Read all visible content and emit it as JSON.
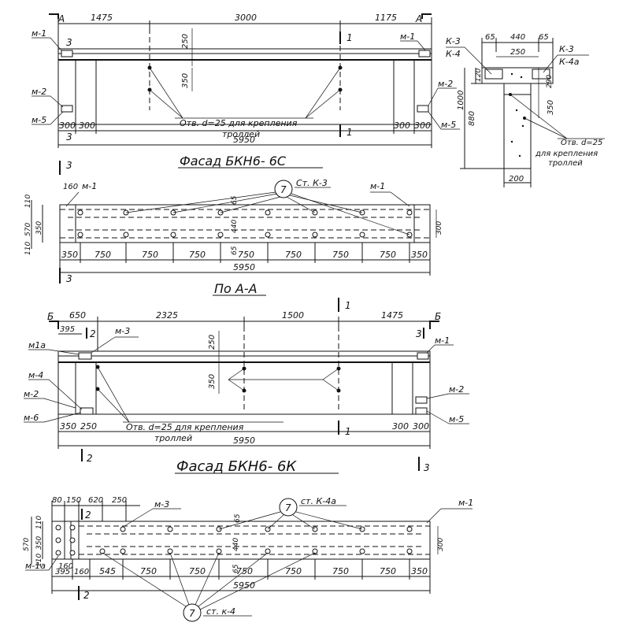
{
  "view1": {
    "title": "Фасад БКН6- 6С",
    "section_left": "А",
    "section_right": "А",
    "dim_top": [
      "1475",
      "3000",
      "1175"
    ],
    "dim_vert_a": "250",
    "dim_vert_b": "350",
    "dim_bottom": [
      "300",
      "300",
      "300",
      "300"
    ],
    "overall": "5950",
    "labels_left": [
      "м-1",
      "м-2",
      "м-5"
    ],
    "labels_right": [
      "м-1",
      "м-2",
      "м-5"
    ],
    "cut_marks": [
      "1",
      "1",
      "3",
      "3"
    ],
    "note_line1": "Отв. d=25 для крепления",
    "note_line2": "троллей"
  },
  "section": {
    "top_dims": [
      "65",
      "440",
      "65"
    ],
    "inner_dim": "250",
    "labels_left": [
      "К-3",
      "К-4"
    ],
    "labels_right": [
      "К-3",
      "К-4а"
    ],
    "vert_dims": [
      "120",
      "1000",
      "880"
    ],
    "right_dims": [
      "290",
      "350"
    ],
    "bottom_dim": "200",
    "note_line1": "Отв. d=25",
    "note_line2": "для крепления",
    "note_line3": "троллей"
  },
  "plan1": {
    "title": "По А-А",
    "callout": "7",
    "callout_label": "Ст. К-3",
    "labels": [
      "м-1",
      "м-1"
    ],
    "dims_left": [
      "110",
      "570",
      "350",
      "110"
    ],
    "dim_160": "160",
    "dim_65a": "65",
    "dim_65b": "65",
    "dim_440": "440",
    "dim_right": "300",
    "bottom_dims": [
      "350",
      "750",
      "750",
      "750",
      "750",
      "750",
      "750",
      "750",
      "350"
    ],
    "overall": "5950",
    "cut_marks": [
      "3",
      "3"
    ]
  },
  "view2": {
    "title": "Фасад БКН6- 6К",
    "section_left": "Б",
    "section_right": "Б",
    "dim_top": [
      "650",
      "2325",
      "1500",
      "1475"
    ],
    "dim_395": "395",
    "dim_vert_a": "250",
    "dim_vert_b": "350",
    "labels_left": [
      "м1а",
      "м-4",
      "м-2",
      "м-6"
    ],
    "label_m3": "м-3",
    "labels_right": [
      "м-1",
      "м-2",
      "м-5"
    ],
    "dim_bottom_left": [
      "350",
      "250"
    ],
    "dim_bottom_right": [
      "300",
      "300"
    ],
    "overall": "5950",
    "cut_marks": [
      "1",
      "1",
      "2",
      "2",
      "3",
      "3"
    ],
    "note_line1": "Отв. d=25 для крепления",
    "note_line2": "троллей"
  },
  "plan2": {
    "top_dims": [
      "80",
      "150",
      "620",
      "250"
    ],
    "label_m3": "м-3",
    "callout_top": "7",
    "callout_top_label": "ст. К-4а",
    "label_m1": "м-1",
    "label_m1a": "м-1а",
    "dims_left": [
      "570",
      "110",
      "350",
      "110"
    ],
    "dim_160": "160",
    "dim_65a": "65",
    "dim_65b": "65",
    "dim_440": "440",
    "dim_right": "300",
    "bottom_dims": [
      "395",
      "160",
      "545",
      "750",
      "750",
      "750",
      "750",
      "750",
      "750",
      "350"
    ],
    "overall": "5950",
    "cut_marks": [
      "2",
      "2"
    ],
    "callout_bottom": "7",
    "callout_bottom_label": "ст. к-4"
  }
}
